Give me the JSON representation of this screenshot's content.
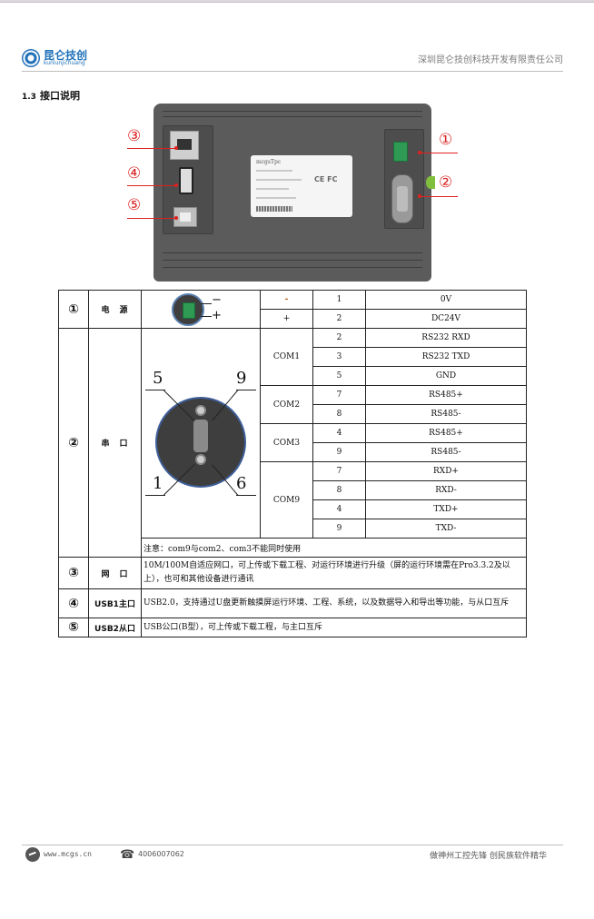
{
  "header": {
    "logo_cn": "昆仑技创",
    "logo_en": "kunlunjichuang",
    "company": "深圳昆仑技创科技开发有限责任公司"
  },
  "section": {
    "number": "1.3",
    "title": "接口说明"
  },
  "figure": {
    "plate_brand": "mcgsTpc",
    "plate_cert": "CE FC",
    "callouts": [
      {
        "id": "1",
        "symbol": "①",
        "target": "power-terminal"
      },
      {
        "id": "2",
        "symbol": "②",
        "target": "serial-port"
      },
      {
        "id": "3",
        "symbol": "③",
        "target": "ethernet-port"
      },
      {
        "id": "4",
        "symbol": "④",
        "target": "usb1-host"
      },
      {
        "id": "5",
        "symbol": "⑤",
        "target": "usb2-device"
      }
    ]
  },
  "table": {
    "power": {
      "index": "①",
      "name": "电　源",
      "icon_minus": "−",
      "icon_plus": "+",
      "rows": [
        {
          "sign": "-",
          "pin": "1",
          "signal": "0V"
        },
        {
          "sign": "+",
          "pin": "2",
          "signal": "DC24V"
        }
      ]
    },
    "serial": {
      "index": "②",
      "name": "串　口",
      "pin_labels": {
        "tl": "5",
        "tr": "9",
        "bl": "1",
        "br": "6"
      },
      "groups": [
        {
          "port": "COM1",
          "rows": [
            {
              "pin": "2",
              "signal": "RS232 RXD"
            },
            {
              "pin": "3",
              "signal": "RS232 TXD"
            },
            {
              "pin": "5",
              "signal": "GND"
            }
          ]
        },
        {
          "port": "COM2",
          "rows": [
            {
              "pin": "7",
              "signal": "RS485+"
            },
            {
              "pin": "8",
              "signal": "RS485-"
            }
          ]
        },
        {
          "port": "COM3",
          "rows": [
            {
              "pin": "4",
              "signal": "RS485+"
            },
            {
              "pin": "9",
              "signal": "RS485-"
            }
          ]
        },
        {
          "port": "COM9",
          "rows": [
            {
              "pin": "7",
              "signal": "RXD+"
            },
            {
              "pin": "8",
              "signal": "RXD-"
            },
            {
              "pin": "4",
              "signal": "TXD+"
            },
            {
              "pin": "9",
              "signal": "TXD-"
            }
          ]
        }
      ],
      "note": "注意：com9与com2、com3不能同时使用"
    },
    "ethernet": {
      "index": "③",
      "name": "网　口",
      "desc": "10M/100M自适应网口，可上传或下载工程、对运行环境进行升级（屏的运行环境需在Pro3.3.2及以上），也可和其他设备进行通讯"
    },
    "usb1": {
      "index": "④",
      "name": "USB1主口",
      "desc": "USB2.0，支持通过U盘更新触摸屏运行环境、工程、系统，以及数据导入和导出等功能，与从口互斥"
    },
    "usb2": {
      "index": "⑤",
      "name": "USB2从口",
      "desc": "USB公口(B型），可上传或下载工程，与主口互斥"
    }
  },
  "footer": {
    "site": "www.mcgs.cn",
    "phone": "4006007062",
    "slogan": "做神州工控先锋 创民族软件精华"
  }
}
